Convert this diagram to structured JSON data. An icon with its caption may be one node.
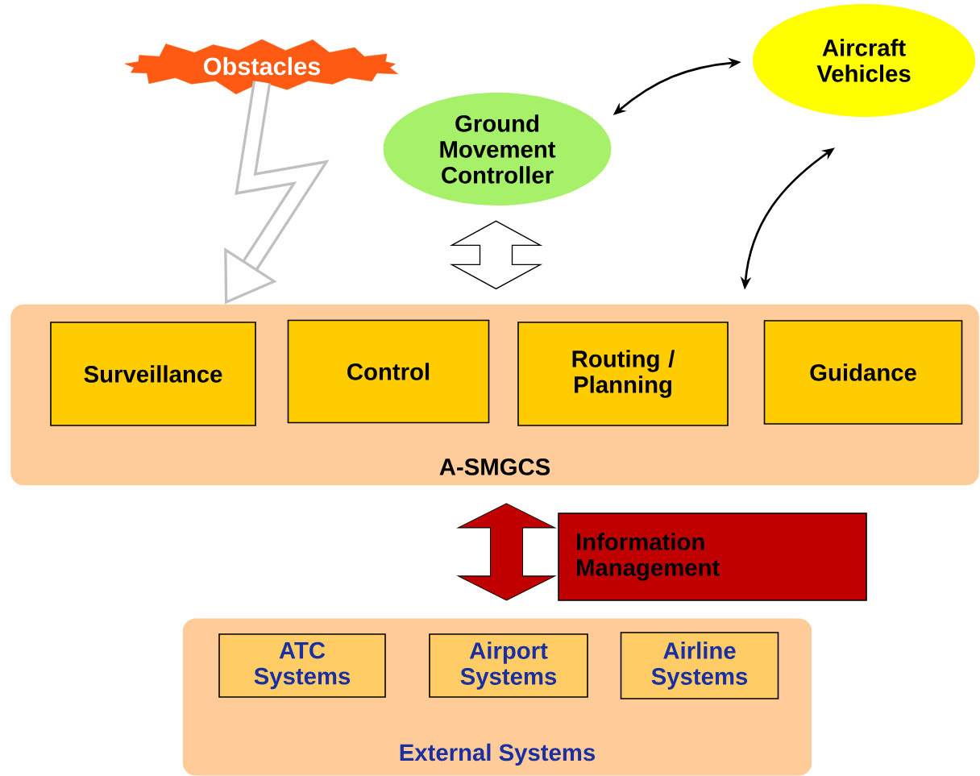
{
  "diagram": {
    "nodes": [
      {
        "text": [
          "Obstacles"
        ]
      },
      {
        "text": [
          "Ground Movement Controller"
        ]
      },
      {
        "text": [
          "Aircraft Vehicles"
        ]
      },
      {
        "text": [
          "A-SMGCS"
        ]
      },
      {
        "text": [
          "Surveillance"
        ],
        "in": 3
      },
      {
        "text": [
          "Control"
        ],
        "in": 3
      },
      {
        "text": [
          "Routing / Planning"
        ],
        "in": 3
      },
      {
        "text": [
          "Guidance"
        ],
        "in": 3
      },
      {
        "text": [
          "Information Management"
        ]
      },
      {
        "text": [
          "External Systems"
        ]
      },
      {
        "text": [
          "ATC Systems"
        ],
        "in": 9
      },
      {
        "text": [
          "Airport Systems"
        ],
        "in": 9
      },
      {
        "text": [
          "Airline Systems"
        ],
        "in": 9
      }
    ],
    "edges": [
      {
        "from": 0,
        "to": 3,
        "arrow": "to",
        "style": "thick",
        "color": "#c0c0c0"
      },
      {
        "from": 1,
        "to": 2,
        "arrow": "both"
      },
      {
        "from": 1,
        "to": 3,
        "arrow": "both"
      },
      {
        "from": 2,
        "to": 3,
        "arrow": "both"
      },
      {
        "from": 3,
        "to": 9,
        "arrow": "both",
        "color": "#c00000"
      }
    ]
  }
}
